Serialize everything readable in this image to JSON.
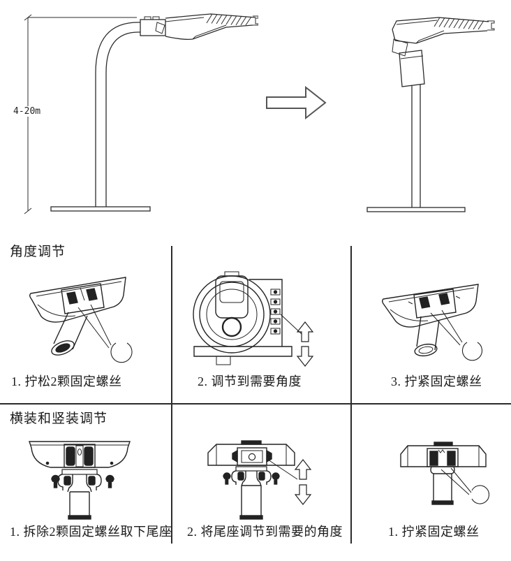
{
  "overview": {
    "height_label": "4-20m"
  },
  "sections": [
    {
      "title": "角度调节",
      "steps": [
        {
          "caption": "1. 拧松2颗固定螺丝"
        },
        {
          "caption": "2. 调节到需要角度"
        },
        {
          "caption": "3. 拧紧固定螺丝"
        }
      ]
    },
    {
      "title": "横装和竖装调节",
      "steps": [
        {
          "caption": "1. 拆除2颗固定螺丝取下尾座"
        },
        {
          "caption": "2. 将尾座调节到需要的角度"
        },
        {
          "caption": "1. 拧紧固定螺丝"
        }
      ]
    }
  ],
  "icons": {
    "transition_arrow": "right-block-arrow",
    "rotation_symbol": "open-circle-rotation-mark",
    "adjust_arrows": "up-down-hollow-arrows"
  },
  "colors": {
    "background": "#ffffff",
    "line": "#2b2b2b",
    "text": "#1a1a1a"
  }
}
